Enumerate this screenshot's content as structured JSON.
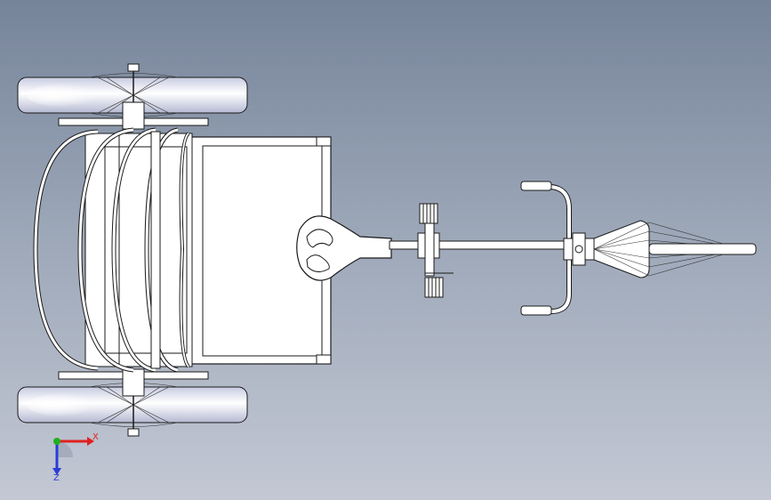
{
  "viewport": {
    "background_top": "#76849a",
    "background_bottom": "#c3c8d4",
    "view": "top"
  },
  "model": {
    "part_color": "#ffffff",
    "edge_color": "#1a1a1a",
    "wheel_shade": "#b9bfd6"
  },
  "triad": {
    "x_label": "X",
    "z_label": "Z",
    "x_color": "#e02020",
    "y_color": "#20b020",
    "z_color": "#2a3cd8"
  }
}
